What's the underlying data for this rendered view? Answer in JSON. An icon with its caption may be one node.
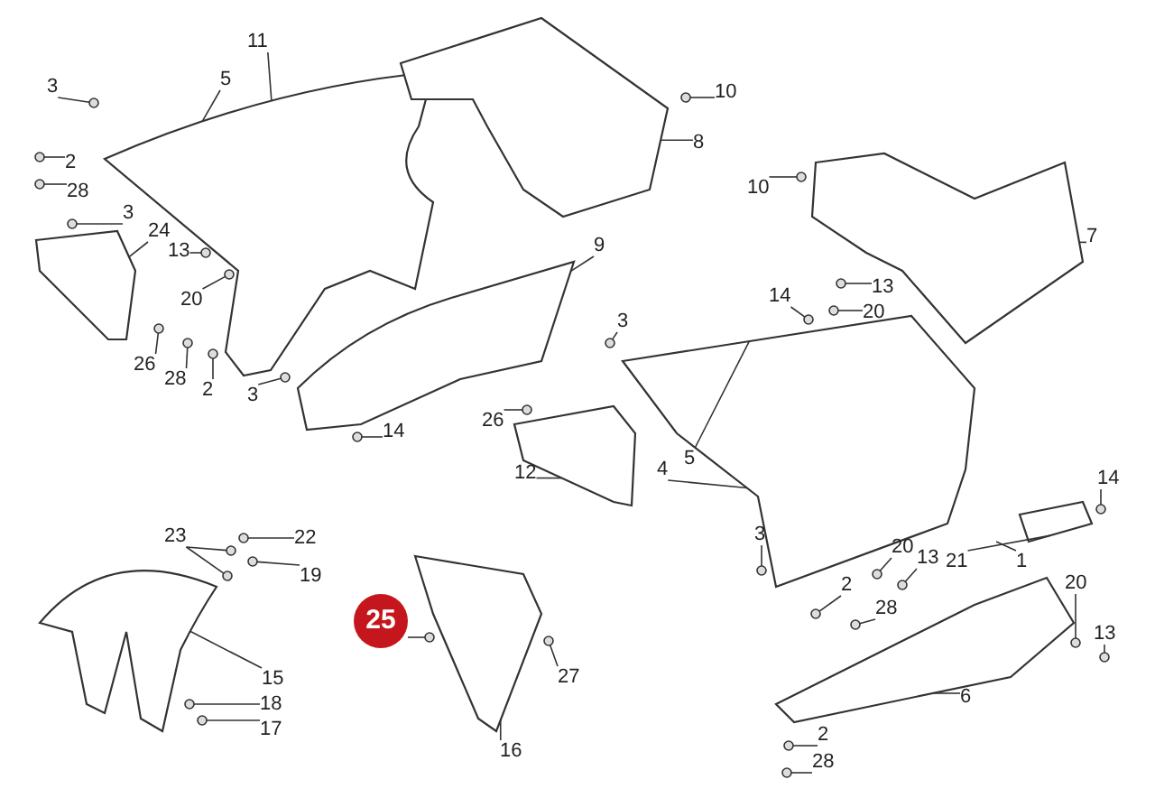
{
  "diagram": {
    "nodes": [
      {
        "text": [
          "11"
        ]
      },
      {
        "text": [
          "5"
        ]
      },
      {
        "text": [
          "3"
        ]
      },
      {
        "text": [
          "10"
        ]
      },
      {
        "text": [
          "2"
        ]
      },
      {
        "text": [
          "8"
        ]
      },
      {
        "text": [
          "28"
        ]
      },
      {
        "text": [
          "10"
        ]
      },
      {
        "text": [
          "3"
        ]
      },
      {
        "text": [
          "24"
        ]
      },
      {
        "text": [
          "7"
        ]
      },
      {
        "text": [
          "13"
        ]
      },
      {
        "text": [
          "9"
        ]
      },
      {
        "text": [
          "13"
        ]
      },
      {
        "text": [
          "20"
        ]
      },
      {
        "text": [
          "20"
        ]
      },
      {
        "text": [
          "3"
        ]
      },
      {
        "text": [
          "14"
        ]
      },
      {
        "text": [
          "26"
        ]
      },
      {
        "text": [
          "28"
        ]
      },
      {
        "text": [
          "2"
        ]
      },
      {
        "text": [
          "3"
        ]
      },
      {
        "text": [
          "5"
        ]
      },
      {
        "text": [
          "26"
        ]
      },
      {
        "text": [
          "14"
        ]
      },
      {
        "text": [
          "12"
        ]
      },
      {
        "text": [
          "4"
        ]
      },
      {
        "text": [
          "14"
        ]
      },
      {
        "text": [
          "23"
        ]
      },
      {
        "text": [
          "22"
        ]
      },
      {
        "text": [
          "3"
        ]
      },
      {
        "text": [
          "20"
        ]
      },
      {
        "text": [
          "13"
        ]
      },
      {
        "text": [
          "1"
        ]
      },
      {
        "text": [
          "21"
        ]
      },
      {
        "text": [
          "19"
        ]
      },
      {
        "text": [
          "2"
        ]
      },
      {
        "text": [
          "28"
        ]
      },
      {
        "text": [
          "25"
        ]
      },
      {
        "text": [
          "20"
        ]
      },
      {
        "text": [
          "13"
        ]
      },
      {
        "text": [
          "15"
        ]
      },
      {
        "text": [
          "27"
        ]
      },
      {
        "text": [
          "6"
        ]
      },
      {
        "text": [
          "18"
        ]
      },
      {
        "text": [
          "16"
        ]
      },
      {
        "text": [
          "17"
        ]
      },
      {
        "text": [
          "2"
        ]
      },
      {
        "text": [
          "28"
        ]
      },
      {
        "text": [],
        "shape": "picture"
      },
      {
        "text": [],
        "shape": "picture"
      },
      {
        "text": [],
        "shape": "picture"
      },
      {
        "text": [],
        "shape": "picture"
      },
      {
        "text": [],
        "shape": "picture"
      },
      {
        "text": [],
        "shape": "picture"
      },
      {
        "text": [],
        "shape": "picture"
      },
      {
        "text": [],
        "shape": "picture"
      },
      {
        "text": [],
        "shape": "picture"
      },
      {
        "text": [],
        "shape": "picture"
      },
      {
        "text": [],
        "shape": "picture"
      },
      {
        "text": [],
        "shape": "circle"
      },
      {
        "text": [],
        "shape": "circle"
      },
      {
        "text": [],
        "shape": "circle"
      },
      {
        "text": [],
        "shape": "circle"
      },
      {
        "text": [],
        "shape": "circle"
      },
      {
        "text": [],
        "shape": "circle"
      },
      {
        "text": [],
        "shape": "circle"
      },
      {
        "text": [],
        "shape": "circle"
      },
      {
        "text": [],
        "shape": "circle"
      },
      {
        "text": [],
        "shape": "circle"
      },
      {
        "text": [],
        "shape": "circle"
      },
      {
        "text": [],
        "shape": "circle"
      },
      {
        "text": [],
        "shape": "circle"
      },
      {
        "text": [],
        "shape": "circle"
      },
      {
        "text": [],
        "shape": "circle"
      },
      {
        "text": [],
        "shape": "circle"
      },
      {
        "text": [],
        "shape": "circle"
      },
      {
        "text": [],
        "shape": "circle"
      },
      {
        "text": [],
        "shape": "circle"
      },
      {
        "text": [],
        "shape": "circle"
      },
      {
        "text": [],
        "shape": "circle"
      },
      {
        "text": [],
        "shape": "circle"
      },
      {
        "text": [],
        "shape": "circle"
      },
      {
        "text": [],
        "shape": "circle"
      },
      {
        "text": [],
        "shape": "circle"
      },
      {
        "text": [],
        "shape": "circle"
      },
      {
        "text": [],
        "shape": "circle"
      },
      {
        "text": [],
        "shape": "circle"
      },
      {
        "text": [],
        "shape": "circle"
      },
      {
        "text": [],
        "shape": "circle"
      },
      {
        "text": [],
        "shape": "circle"
      },
      {
        "text": [],
        "shape": "circle"
      },
      {
        "text": [],
        "shape": "circle"
      },
      {
        "text": [],
        "shape": "circle"
      },
      {
        "text": [],
        "shape": "circle"
      },
      {
        "text": [],
        "shape": "circle"
      }
    ],
    "edges": [
      {
        "from": 0,
        "to": 49,
        "arrow": "none"
      },
      {
        "from": 1,
        "to": 49,
        "arrow": "none"
      },
      {
        "from": 2,
        "to": 60,
        "arrow": "none"
      },
      {
        "from": 3,
        "to": 61,
        "arrow": "none"
      },
      {
        "from": 4,
        "to": 62,
        "arrow": "none"
      },
      {
        "from": 5,
        "to": 50,
        "arrow": "none"
      },
      {
        "from": 6,
        "to": 63,
        "arrow": "none"
      },
      {
        "from": 7,
        "to": 64,
        "arrow": "none"
      },
      {
        "from": 8,
        "to": 65,
        "arrow": "none"
      },
      {
        "from": 9,
        "to": 52,
        "arrow": "none"
      },
      {
        "from": 10,
        "to": 54,
        "arrow": "none"
      },
      {
        "from": 11,
        "to": 66,
        "arrow": "none"
      },
      {
        "from": 12,
        "to": 51,
        "arrow": "none"
      },
      {
        "from": 13,
        "to": 67,
        "arrow": "none"
      },
      {
        "from": 14,
        "to": 68,
        "arrow": "none"
      },
      {
        "from": 15,
        "to": 69,
        "arrow": "none"
      },
      {
        "from": 16,
        "to": 70,
        "arrow": "none"
      },
      {
        "from": 17,
        "to": 71,
        "arrow": "none"
      },
      {
        "from": 18,
        "to": 72,
        "arrow": "none"
      },
      {
        "from": 19,
        "to": 73,
        "arrow": "none"
      },
      {
        "from": 20,
        "to": 74,
        "arrow": "none"
      },
      {
        "from": 21,
        "to": 75,
        "arrow": "none"
      },
      {
        "from": 22,
        "to": 55,
        "arrow": "none"
      },
      {
        "from": 23,
        "to": 76,
        "arrow": "none"
      },
      {
        "from": 24,
        "to": 77,
        "arrow": "none"
      },
      {
        "from": 25,
        "to": 53,
        "arrow": "none"
      },
      {
        "from": 26,
        "to": 55,
        "arrow": "none"
      },
      {
        "from": 27,
        "to": 78,
        "arrow": "none"
      },
      {
        "from": 28,
        "to": 79,
        "arrow": "none"
      },
      {
        "from": 28,
        "to": 80,
        "arrow": "none"
      },
      {
        "from": 29,
        "to": 81,
        "arrow": "none"
      },
      {
        "from": 30,
        "to": 82,
        "arrow": "none"
      },
      {
        "from": 31,
        "to": 83,
        "arrow": "none"
      },
      {
        "from": 32,
        "to": 84,
        "arrow": "none"
      },
      {
        "from": 33,
        "to": null,
        "arrow": "none"
      },
      {
        "from": 34,
        "to": 59,
        "arrow": "none"
      },
      {
        "from": 35,
        "to": 85,
        "arrow": "none"
      },
      {
        "from": 36,
        "to": 86,
        "arrow": "none"
      },
      {
        "from": 37,
        "to": 87,
        "arrow": "none"
      },
      {
        "from": 38,
        "to": 88,
        "arrow": "none"
      },
      {
        "from": 39,
        "to": 89,
        "arrow": "none"
      },
      {
        "from": 40,
        "to": 90,
        "arrow": "none"
      },
      {
        "from": 41,
        "to": 56,
        "arrow": "none"
      },
      {
        "from": 42,
        "to": 91,
        "arrow": "none"
      },
      {
        "from": 43,
        "to": 58,
        "arrow": "none"
      },
      {
        "from": 44,
        "to": 92,
        "arrow": "none"
      },
      {
        "from": 45,
        "to": 57,
        "arrow": "none"
      },
      {
        "from": 46,
        "to": 93,
        "arrow": "none"
      },
      {
        "from": 47,
        "to": 94,
        "arrow": "none"
      },
      {
        "from": 48,
        "to": 95,
        "arrow": "none"
      }
    ]
  }
}
